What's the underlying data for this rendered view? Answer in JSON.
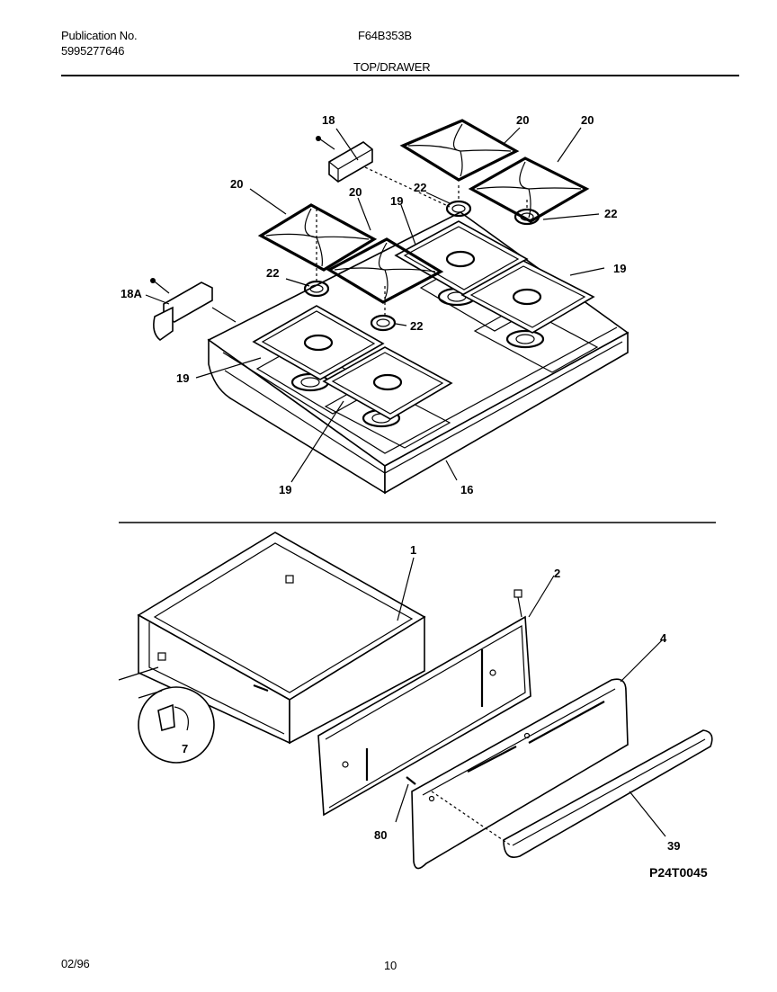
{
  "header": {
    "publication_label": "Publication No.",
    "publication_number": "5995277646",
    "model": "F64B353B",
    "section_title": "TOP/DRAWER"
  },
  "footer": {
    "date": "02/96",
    "page": "10"
  },
  "diagram": {
    "drawing_code": "P24T0045",
    "callouts": {
      "c18": "18",
      "c20a": "20",
      "c20b": "20",
      "c20c": "20",
      "c20d": "20",
      "c22a": "22",
      "c22b": "22",
      "c22c": "22",
      "c22d": "22",
      "c19a": "19",
      "c19b": "19",
      "c19c": "19",
      "c19d": "19",
      "c18a": "18A",
      "c16": "16",
      "c1": "1",
      "c2": "2",
      "c4": "4",
      "c7": "7",
      "c80": "80",
      "c39": "39"
    }
  }
}
